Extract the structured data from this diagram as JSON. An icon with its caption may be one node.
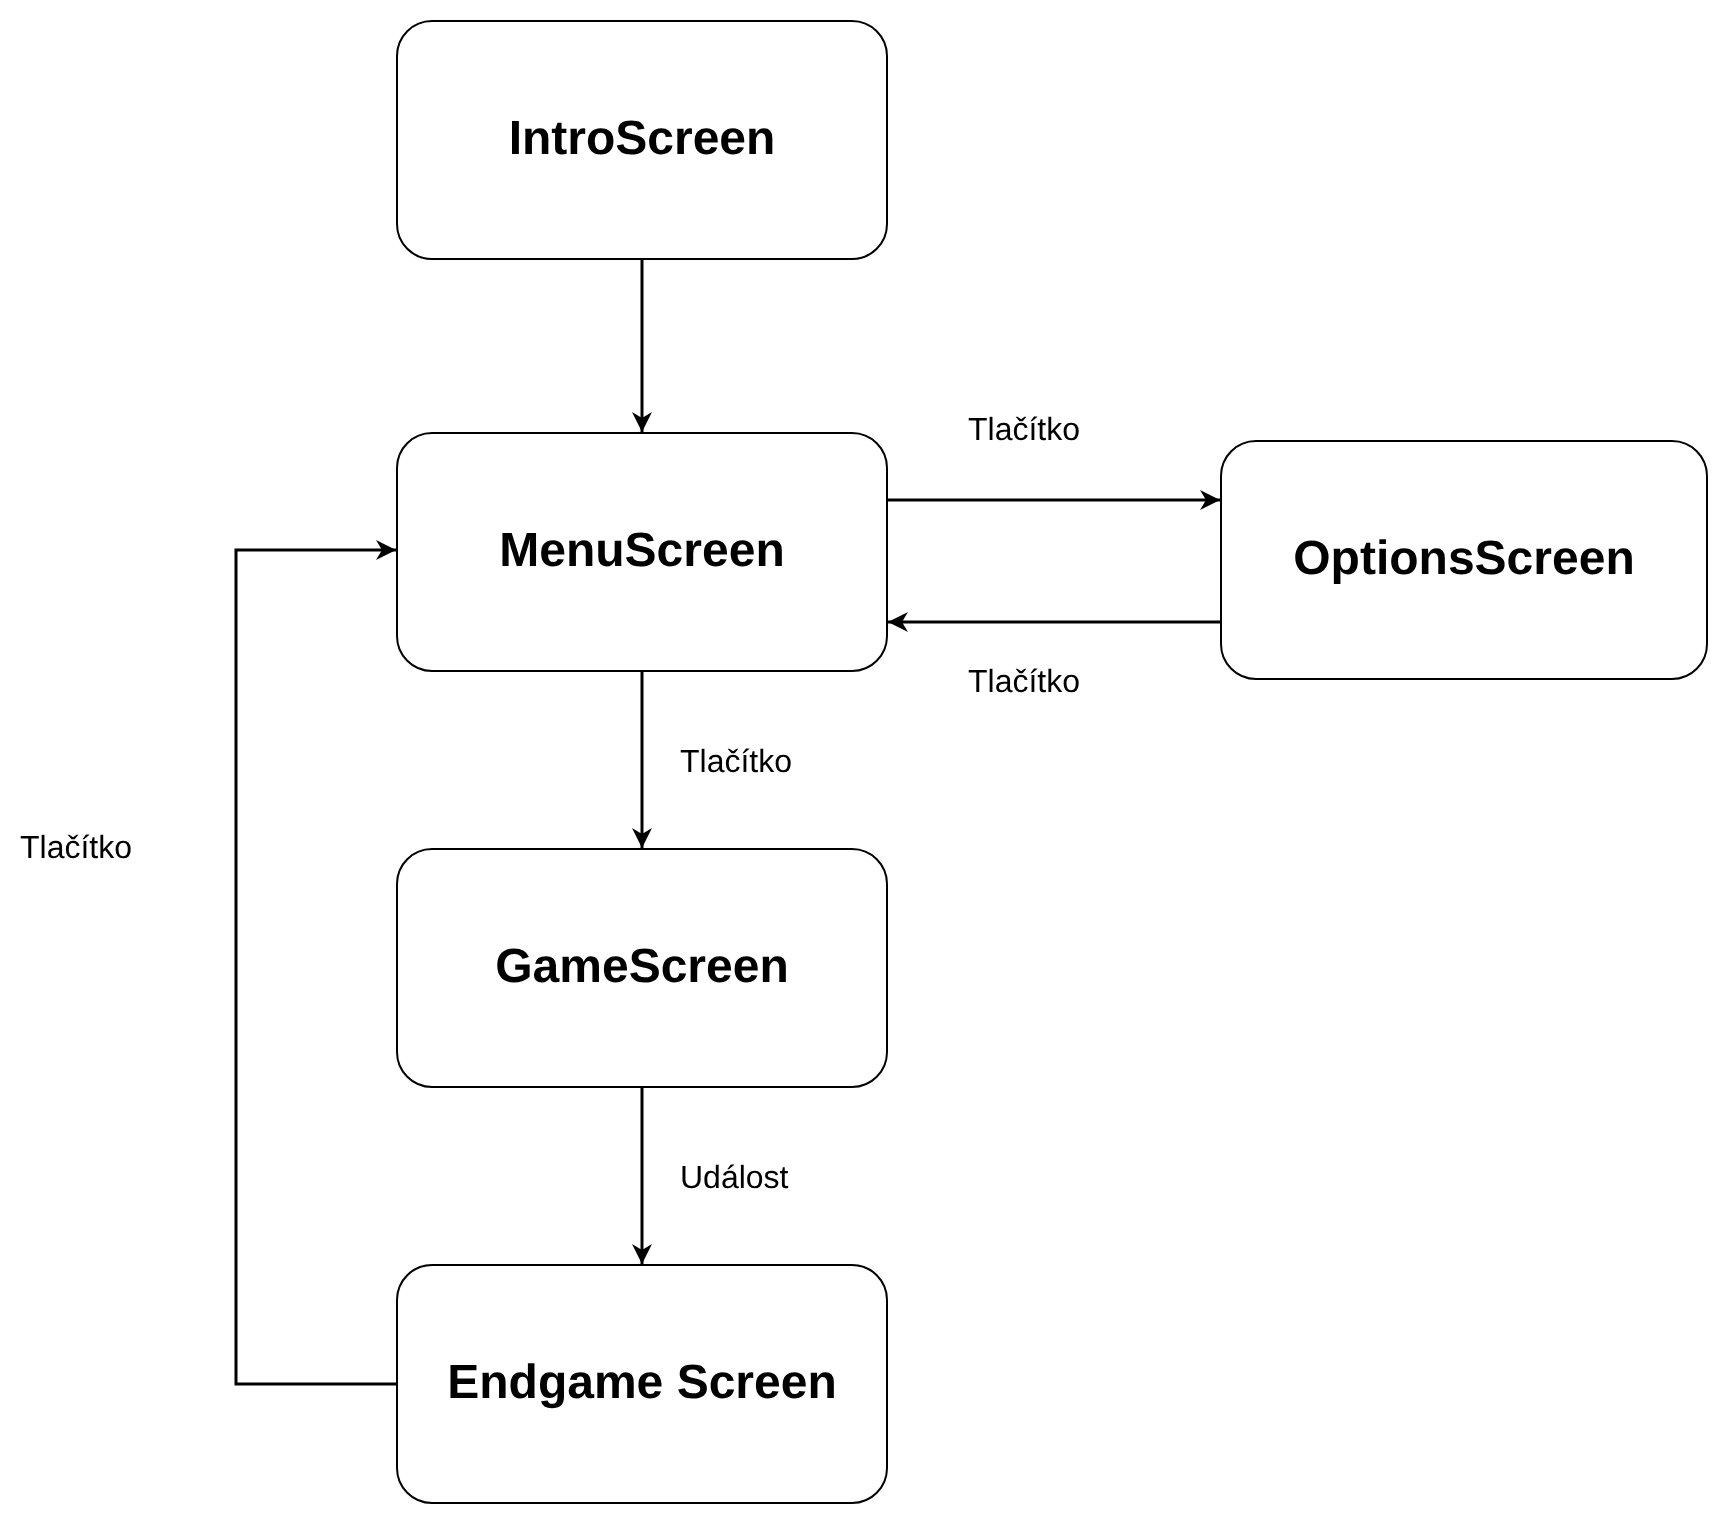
{
  "diagram": {
    "nodes": [
      {
        "text": [
          "IntroScreen"
        ]
      },
      {
        "text": [
          "MenuScreen"
        ]
      },
      {
        "text": [
          "OptionsScreen"
        ]
      },
      {
        "text": [
          "GameScreen"
        ]
      },
      {
        "text": [
          "Endgame Screen"
        ]
      }
    ],
    "edges": [
      {
        "from": 0,
        "to": 1,
        "arrow": "to"
      },
      {
        "from": 1,
        "to": 2,
        "arrow": "to",
        "label": "Tlačítko"
      },
      {
        "from": 2,
        "to": 1,
        "arrow": "to",
        "label": "Tlačítko"
      },
      {
        "from": 1,
        "to": 3,
        "arrow": "to",
        "label": "Tlačítko"
      },
      {
        "from": 3,
        "to": 4,
        "arrow": "to",
        "label": "Událost"
      },
      {
        "from": 4,
        "to": 1,
        "arrow": "to",
        "label": "Tlačítko"
      }
    ]
  }
}
